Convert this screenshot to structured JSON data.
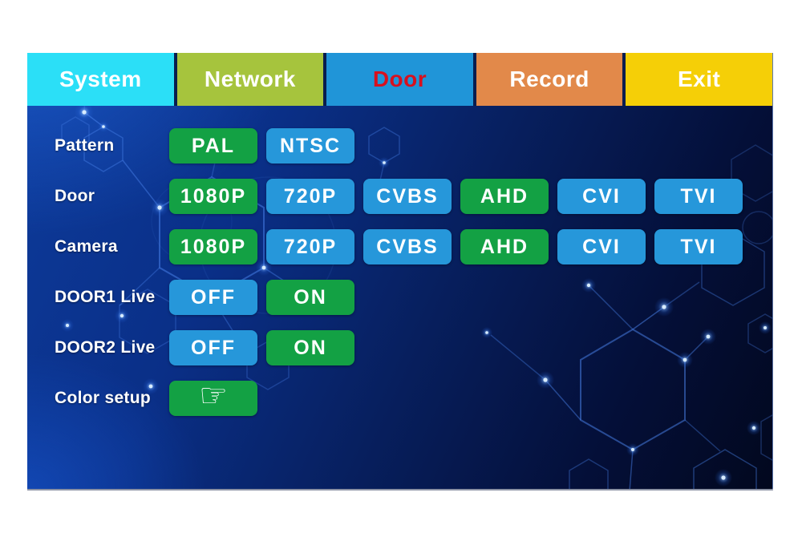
{
  "window": {
    "background": "#ffffff"
  },
  "tabs": [
    {
      "label": "System",
      "bg": "#2bdff7",
      "color": "#ffffff",
      "active": false
    },
    {
      "label": "Network",
      "bg": "#a6c43d",
      "color": "#ffffff",
      "active": false
    },
    {
      "label": "Door",
      "bg": "#2095d8",
      "color": "#d8101e",
      "active": true
    },
    {
      "label": "Record",
      "bg": "#e2894a",
      "color": "#ffffff",
      "active": false
    },
    {
      "label": "Exit",
      "bg": "#f5cf07",
      "color": "#ffffff",
      "active": false
    }
  ],
  "rows": [
    {
      "key": "pattern",
      "label": "Pattern",
      "buttons": [
        {
          "label": "PAL",
          "state": "green"
        },
        {
          "label": "NTSC",
          "state": "blue"
        }
      ]
    },
    {
      "key": "door",
      "label": "Door",
      "buttons": [
        {
          "label": "1080P",
          "state": "green"
        },
        {
          "label": "720P",
          "state": "blue"
        },
        {
          "label": "CVBS",
          "state": "blue"
        },
        {
          "label": "AHD",
          "state": "green"
        },
        {
          "label": "CVI",
          "state": "blue"
        },
        {
          "label": "TVI",
          "state": "blue"
        }
      ]
    },
    {
      "key": "camera",
      "label": "Camera",
      "buttons": [
        {
          "label": "1080P",
          "state": "green"
        },
        {
          "label": "720P",
          "state": "blue"
        },
        {
          "label": "CVBS",
          "state": "blue"
        },
        {
          "label": "AHD",
          "state": "green"
        },
        {
          "label": "CVI",
          "state": "blue"
        },
        {
          "label": "TVI",
          "state": "blue"
        }
      ]
    },
    {
      "key": "door1-live",
      "label": "DOOR1 Live",
      "buttons": [
        {
          "label": "OFF",
          "state": "blue"
        },
        {
          "label": "ON",
          "state": "green"
        }
      ]
    },
    {
      "key": "door2-live",
      "label": "DOOR2 Live",
      "buttons": [
        {
          "label": "OFF",
          "state": "blue"
        },
        {
          "label": "ON",
          "state": "green"
        }
      ]
    },
    {
      "key": "color-setup",
      "label": "Color setup",
      "buttons": [
        {
          "state": "green",
          "icon": "hand-pointer",
          "glyph": "☞"
        }
      ]
    }
  ],
  "colors": {
    "button_green": "#13a144",
    "button_blue": "#2697da",
    "door_tab_text_red": "#d8101e",
    "panel_gradient_top": "#0d3b9b",
    "panel_gradient_bottom": "#02081e"
  }
}
